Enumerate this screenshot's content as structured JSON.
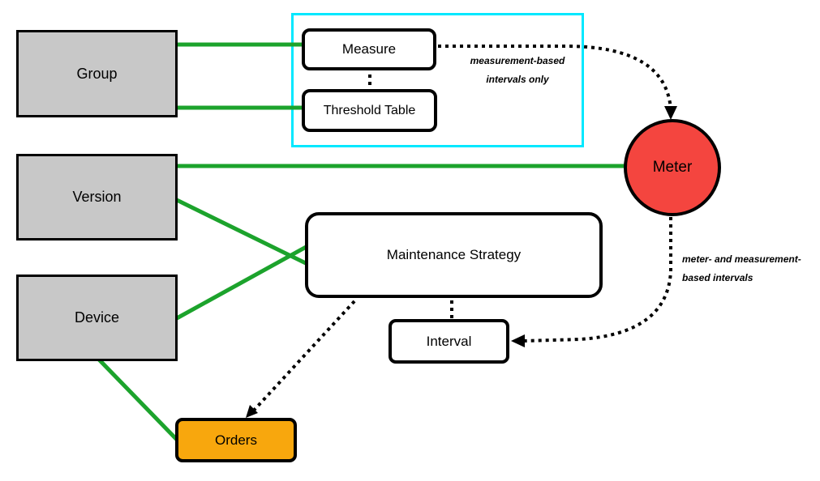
{
  "diagram": {
    "nodes": {
      "group": {
        "label": "Group"
      },
      "version": {
        "label": "Version"
      },
      "device": {
        "label": "Device"
      },
      "measure": {
        "label": "Measure"
      },
      "threshold_table": {
        "label": "Threshold Table"
      },
      "meter": {
        "label": "Meter"
      },
      "maintenance_strategy": {
        "label": "Maintenance Strategy"
      },
      "interval": {
        "label": "Interval"
      },
      "orders": {
        "label": "Orders"
      }
    },
    "annotations": {
      "measurement_based": {
        "line1": "measurement-based",
        "line2": "intervals only"
      },
      "meter_and_measurement": {
        "line1": "meter- and measurement-",
        "line2": "based intervals"
      }
    },
    "edges": {
      "solid_green": [
        "group-measure",
        "group-threshold_table",
        "version-meter",
        "version-maintenance_strategy",
        "device-maintenance_strategy",
        "device-orders"
      ],
      "dotted_black": [
        "measure-meter",
        "meter-interval",
        "maintenance_strategy-interval",
        "measure-threshold_table",
        "maintenance_strategy-orders"
      ]
    },
    "colors": {
      "entity_gray": "#C8C8C8",
      "container_cyan": "#00E8FF",
      "relation_green": "#1CA32C",
      "meter_red": "#F4453F",
      "orders_orange": "#F8A70D",
      "line_black": "#000000",
      "background": "#FFFFFF"
    }
  }
}
